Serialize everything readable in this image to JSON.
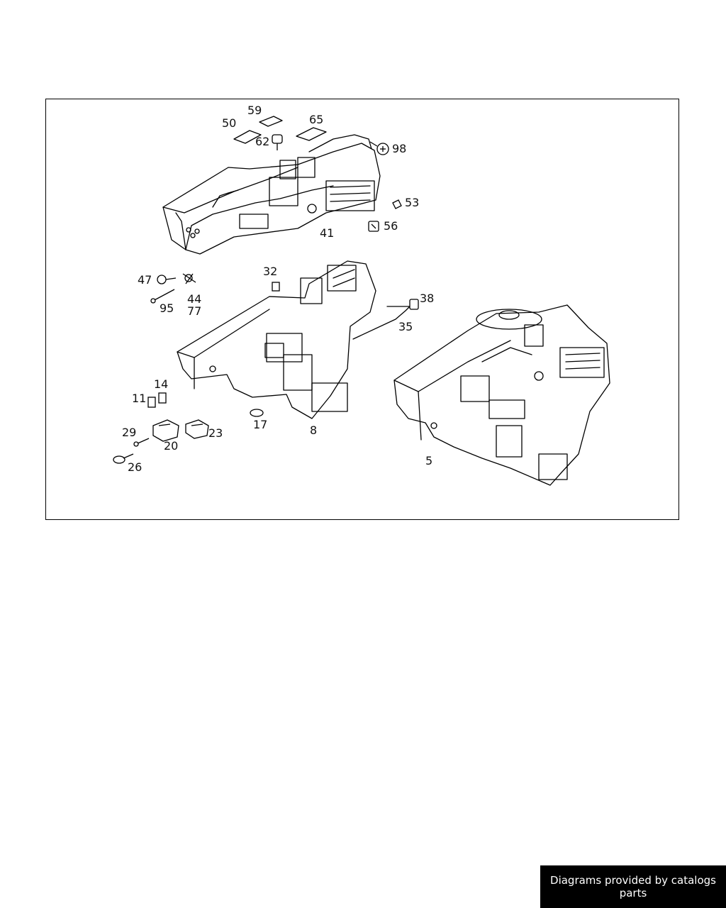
{
  "callouts": [
    {
      "id": "59",
      "label": "59"
    },
    {
      "id": "50",
      "label": "50"
    },
    {
      "id": "65",
      "label": "65"
    },
    {
      "id": "62",
      "label": "62"
    },
    {
      "id": "98",
      "label": "98"
    },
    {
      "id": "53",
      "label": "53"
    },
    {
      "id": "56",
      "label": "56"
    },
    {
      "id": "41",
      "label": "41"
    },
    {
      "id": "32",
      "label": "32"
    },
    {
      "id": "47",
      "label": "47"
    },
    {
      "id": "44",
      "label": "44"
    },
    {
      "id": "77",
      "label": "77"
    },
    {
      "id": "95",
      "label": "95"
    },
    {
      "id": "38",
      "label": "38"
    },
    {
      "id": "35",
      "label": "35"
    },
    {
      "id": "14",
      "label": "14"
    },
    {
      "id": "11",
      "label": "11"
    },
    {
      "id": "17",
      "label": "17"
    },
    {
      "id": "8",
      "label": "8"
    },
    {
      "id": "29",
      "label": "29"
    },
    {
      "id": "20",
      "label": "20"
    },
    {
      "id": "23",
      "label": "23"
    },
    {
      "id": "26",
      "label": "26"
    },
    {
      "id": "5",
      "label": "5"
    }
  ],
  "footer": {
    "credit": "Diagrams provided by catalogs parts"
  }
}
